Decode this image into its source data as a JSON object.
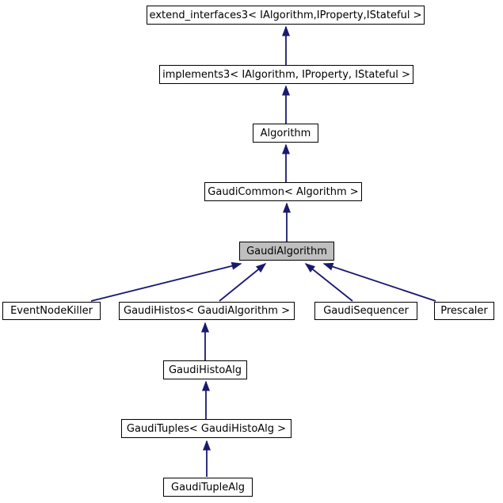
{
  "diagram": {
    "type": "class-inheritance-graph",
    "arrow_color": "#191970",
    "node_border_color": "#000000",
    "node_fill": "#ffffff",
    "highlighted_node_fill": "#bfbfbf",
    "text_color": "#000000",
    "nodes": {
      "extend_interfaces3": {
        "label": "extend_interfaces3< IAlgorithm,IProperty,IStateful >"
      },
      "implements3": {
        "label": "implements3< IAlgorithm, IProperty, IStateful >"
      },
      "algorithm": {
        "label": "Algorithm"
      },
      "gaudi_common": {
        "label": "GaudiCommon< Algorithm >"
      },
      "gaudi_algorithm": {
        "label": "GaudiAlgorithm",
        "highlighted": true
      },
      "event_node_killer": {
        "label": "EventNodeKiller"
      },
      "gaudi_histos": {
        "label": "GaudiHistos< GaudiAlgorithm >"
      },
      "gaudi_sequencer": {
        "label": "GaudiSequencer"
      },
      "prescaler": {
        "label": "Prescaler"
      },
      "gaudi_histo_alg": {
        "label": "GaudiHistoAlg"
      },
      "gaudi_tuples": {
        "label": "GaudiTuples< GaudiHistoAlg >"
      },
      "gaudi_tuple_alg": {
        "label": "GaudiTupleAlg"
      }
    },
    "edges": [
      {
        "from": "implements3",
        "to": "extend_interfaces3"
      },
      {
        "from": "algorithm",
        "to": "implements3"
      },
      {
        "from": "gaudi_common",
        "to": "algorithm"
      },
      {
        "from": "gaudi_algorithm",
        "to": "gaudi_common"
      },
      {
        "from": "event_node_killer",
        "to": "gaudi_algorithm"
      },
      {
        "from": "gaudi_histos",
        "to": "gaudi_algorithm"
      },
      {
        "from": "gaudi_sequencer",
        "to": "gaudi_algorithm"
      },
      {
        "from": "prescaler",
        "to": "gaudi_algorithm"
      },
      {
        "from": "gaudi_histo_alg",
        "to": "gaudi_histos"
      },
      {
        "from": "gaudi_tuples",
        "to": "gaudi_histo_alg"
      },
      {
        "from": "gaudi_tuple_alg",
        "to": "gaudi_tuples"
      }
    ]
  }
}
